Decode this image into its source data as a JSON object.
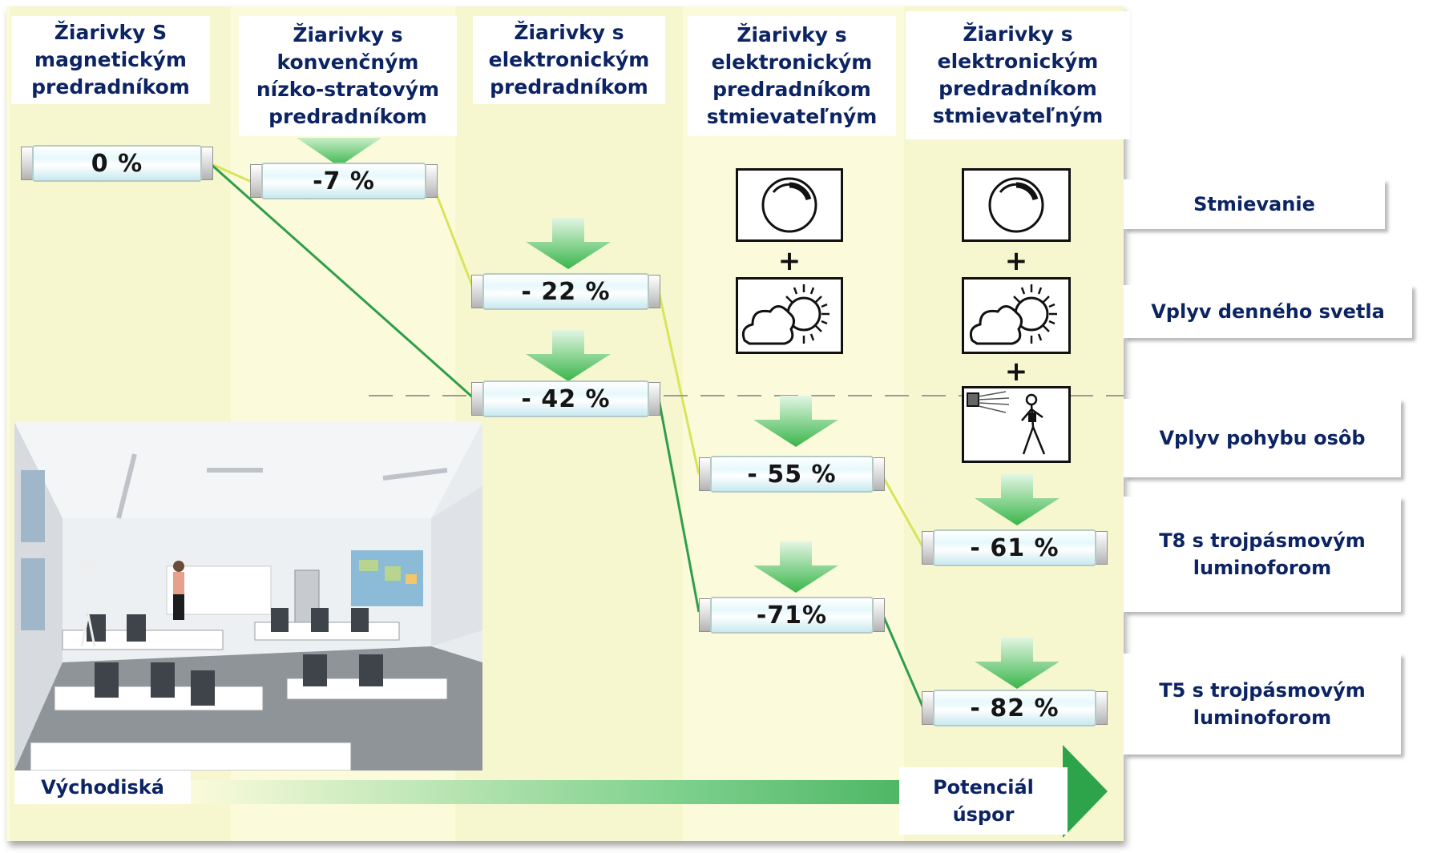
{
  "headers": [
    "Žiarivky S magnetickým predradníkom",
    "Žiarivky s konvenčným nízko-stratovým predradníkom",
    "Žiarivky s elektronickým predradníkom",
    "Žiarivky s elektronickým predradníkom stmievateľným",
    "Žiarivky s elektronickým predradníkom stmievateľným"
  ],
  "tubes": {
    "t0": "0 %",
    "t1": "-7 %",
    "t2": "- 22 %",
    "t3": "- 42 %",
    "t4": "- 55 %",
    "t5": "- 61 %",
    "t6": "-71%",
    "t7": "- 82 %"
  },
  "side_labels": {
    "dimming": "Stmievanie",
    "daylight": "Vplyv denného svetla",
    "motion": "Vplyv pohybu osôb",
    "t8": "T8 s trojpásmovým luminoforom",
    "t5": "T5 s trojpásmovým luminoforom"
  },
  "plus_signs": [
    "+",
    "+",
    "+",
    "+"
  ],
  "bottom": {
    "start": "Východiská",
    "potential": "Potenciál úspor"
  },
  "colors": {
    "text": "#0c2463",
    "arrow_green": "#39b54a",
    "line_dark": "#2e9e4a",
    "line_light": "#d6e55a",
    "panel": "#fbfbdc"
  },
  "icons": [
    "dimmer-icon",
    "sun-cloud-icon",
    "motion-sensor-icon"
  ]
}
